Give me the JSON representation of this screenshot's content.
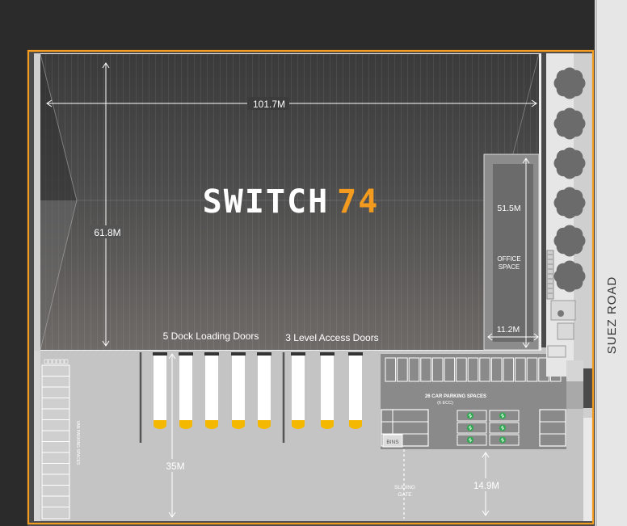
{
  "brand": {
    "name_white": "SWITCH",
    "name_accent": "74",
    "accent_color": "#f39b1f"
  },
  "dimensions": {
    "width": "101.7M",
    "depth": "61.8M",
    "office_depth": "51.5M",
    "office_width": "11.2M",
    "yard_depth": "35M",
    "car_park_depth": "14.9M"
  },
  "labels": {
    "office": "OFFICE SPACE",
    "dock_doors": "5 Dock Loading Doors",
    "level_doors": "3 Level Access Doors",
    "car_parking": "26 CAR PARKING SPACES",
    "car_parking_sub": "(6 ECC)",
    "van_parking": "VAN PARKING SPACES",
    "bins": "BINS",
    "sliding_gate": "SLIDING GATE",
    "road": "SUEZ ROAD"
  },
  "colors": {
    "background": "#2b2b2b",
    "site_boundary": "#f39b1f",
    "yard": "#c4c4c4",
    "roof": "#5e5e5e",
    "landscape_strip": "#e6e6e6",
    "trees": "#6b6b6b",
    "ev_charger": "#2fa84f",
    "door_light": "#f5b800"
  },
  "icons": {
    "tree": "tree-icon",
    "ev": "ev-charger-icon"
  }
}
